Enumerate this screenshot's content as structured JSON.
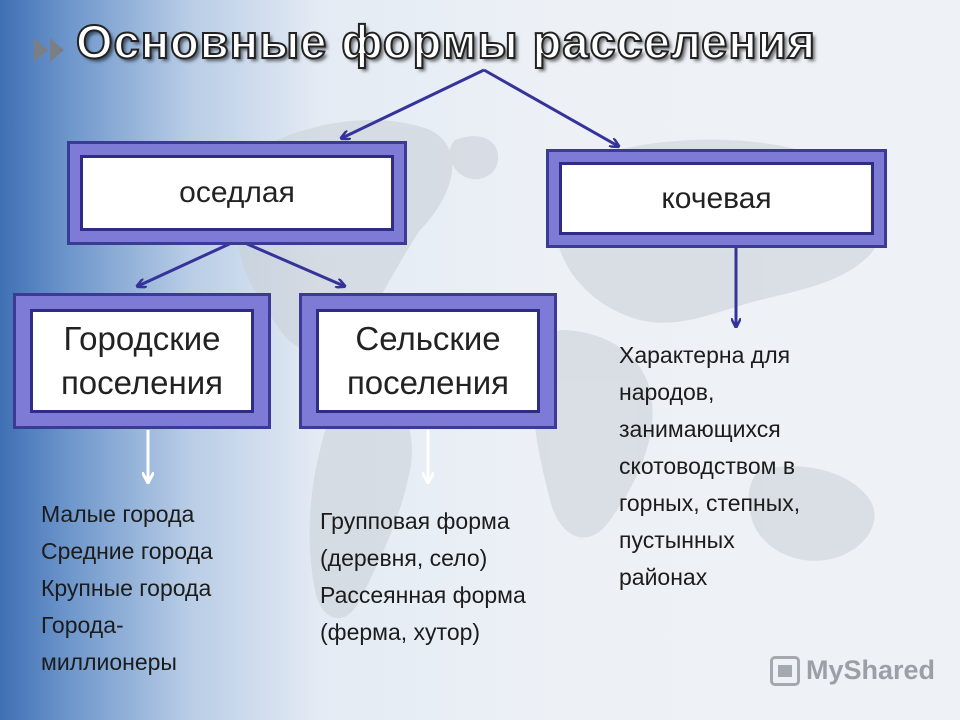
{
  "title": "Основные формы расселения",
  "nodes": {
    "sedentary": "оседлая",
    "nomadic": "кочевая",
    "urban": "Городские поселения",
    "rural": "Сельские поселения"
  },
  "lists": {
    "urban_items": [
      "Малые города",
      "Средние города",
      "Крупные города",
      "Города-",
      "миллионеры"
    ],
    "rural_items": [
      "Групповая форма",
      "(деревня, село)",
      "Рассеянная форма",
      "(ферма, хутор)"
    ],
    "nomadic_items": [
      "Характерна для",
      "народов,",
      "занимающихся",
      "скотоводством в",
      "горных, степных,",
      "пустынных",
      "районах"
    ]
  },
  "watermark": "MyShared",
  "colors": {
    "box_fill": "#7e7bd6",
    "box_border": "#2e2d83",
    "arrow_blue": "#35339a",
    "arrow_white": "#ffffff"
  }
}
